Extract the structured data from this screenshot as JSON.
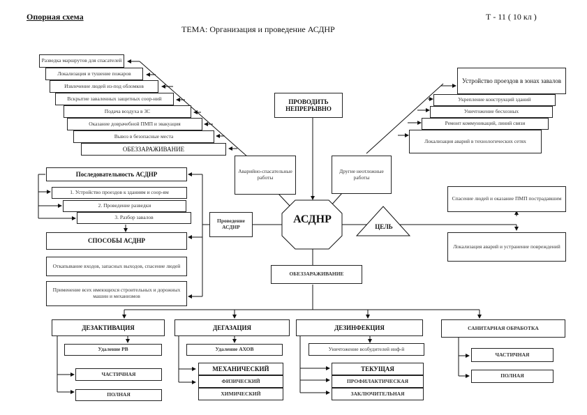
{
  "header": {
    "left": "Опорная схема",
    "right": "Т - 11 ( 10 кл )",
    "title": "ТЕМА: Организация и проведение АСДНР"
  },
  "left_stack": [
    "Разведка маршрутов для спасателей",
    "Локализация и тушение пожаров",
    "Извлечение людей из-под обломков",
    "Вскрытие заваленных защитных соор-ний",
    "Подача воздуха в ЗС",
    "Оказание доврачебной ПМП и эвакуация",
    "Вывоз в безопасные места",
    "ОБЕЗЗАРАЖИВАНИЕ"
  ],
  "right_stack": [
    "Устройство проездов в зонах завалов",
    "Укрепление конструкций зданий",
    "Уничтожение бесхозных",
    "Ремонт коммуникаций, линий связи",
    "Локализация аварий в технологических сетях"
  ],
  "center": {
    "continuous": "ПРОВОДИТЬ НЕПРЕРЫВНО",
    "rescue_works": "Аварийно-спасательные работы",
    "other_works": "Другие неотложные работы",
    "core": "АСДНР",
    "conduct": "Проведение АСДНР",
    "goal": "ЦЕЛЬ",
    "decontamination": "ОБЕЗЗАРАЖИВАНИЕ"
  },
  "goals": [
    "Спасение людей и оказание ПМП пострадавшим",
    "Локализация аварий и устранение повреждений"
  ],
  "sequence": {
    "title": "Последовательность АСДНР",
    "steps": [
      "1. Устройство проездов к зданиям и соор-ям",
      "2. Проведение разведки",
      "3. Разбор завалов"
    ]
  },
  "methods": {
    "title": "СПОСОБЫ АСДНР",
    "items": [
      "Откапывание входов, запасных выходов, спасение людей",
      "Применение всех имеющихся строительных и дорожных машин и механизмов"
    ]
  },
  "branches": [
    {
      "title": "ДЕЗАКТИВАЦИЯ",
      "sub": "Удаление РВ",
      "types": [
        "ЧАСТИЧНАЯ",
        "ПОЛНАЯ"
      ]
    },
    {
      "title": "ДЕГАЗАЦИЯ",
      "sub": "Удаление АХОВ",
      "types": [
        "МЕХАНИЧЕСКИЙ",
        "ФИЗИЧЕСКИЙ",
        "ХИМИЧЕСКИЙ"
      ]
    },
    {
      "title": "ДЕЗИНФЕКЦИЯ",
      "sub": "Уничтожение возбудителей инф-й",
      "types": [
        "ТЕКУЩАЯ",
        "ПРОФИЛАКТИЧЕСКАЯ",
        "ЗАКЛЮЧИТЕЛЬНАЯ"
      ]
    },
    {
      "title": "САНИТАРНАЯ ОБРАБОТКА",
      "sub": "",
      "types": [
        "ЧАСТИЧНАЯ",
        "ПОЛНАЯ"
      ]
    }
  ]
}
